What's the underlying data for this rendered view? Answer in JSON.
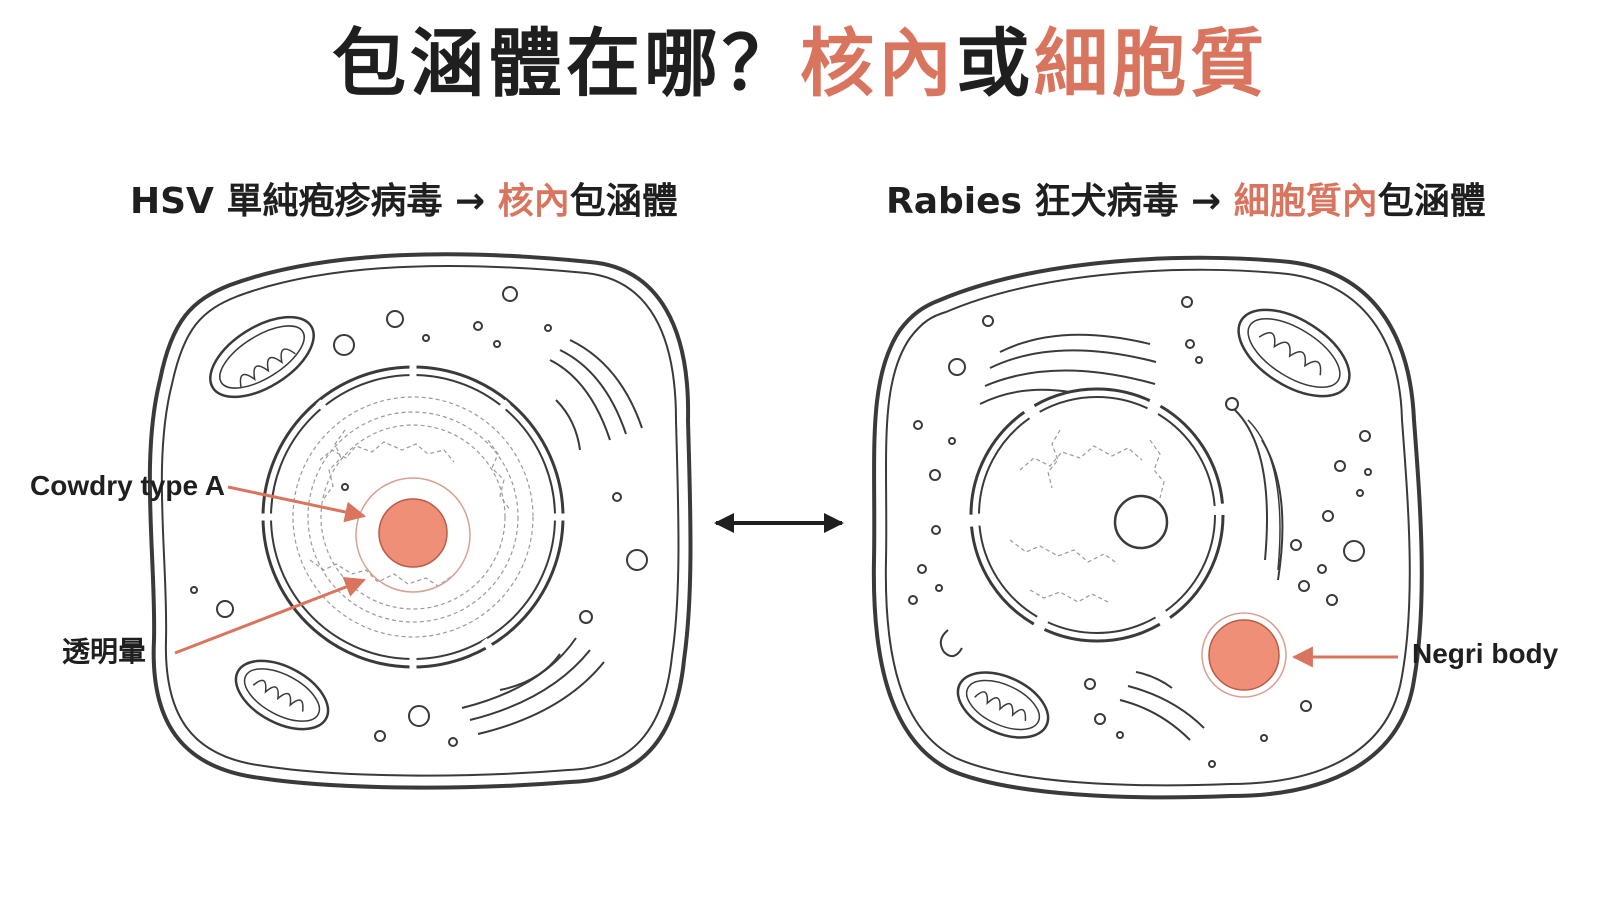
{
  "title": {
    "part1": "包涵體在哪？",
    "part2": "核內",
    "part3": "或",
    "part4": "細胞質"
  },
  "left": {
    "prefix": "HSV 單純疱疹病毒 → ",
    "accent": "核內",
    "suffix": "包涵體",
    "label_cowdry": "Cowdry type A",
    "label_halo": "透明暈"
  },
  "right": {
    "prefix": "Rabies 狂犬病毒 → ",
    "accent": "細胞質內",
    "suffix": "包涵體",
    "label_negri": "Negri body"
  },
  "colors": {
    "accent": "#d9745e",
    "inclusion_fill": "#ef8f78",
    "line": "#3a3a3a"
  }
}
